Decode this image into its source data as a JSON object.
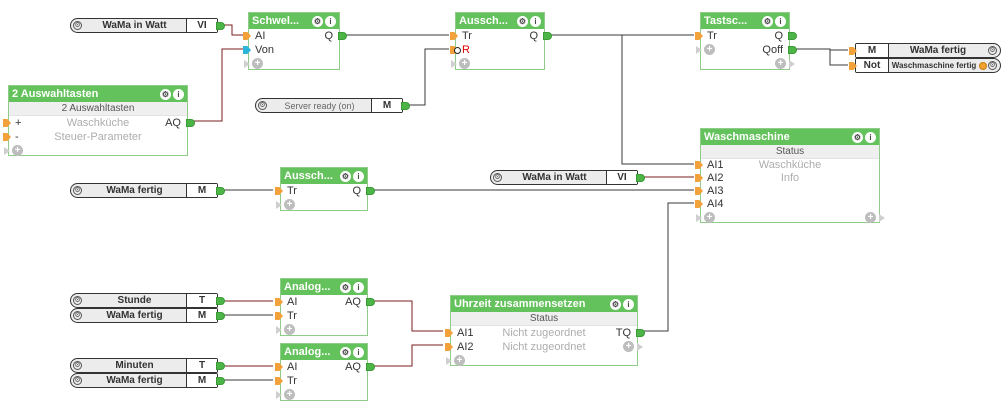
{
  "icons": {
    "gear": "⚙",
    "info": "i",
    "plus": "+"
  },
  "colors": {
    "header_green": "#63c25b",
    "block_border": "#8fcc88",
    "wire_digital": "#3a3a3a",
    "wire_analog": "#7a1d1d",
    "input_connector": "#f2a13b",
    "output_connector": "#4db548",
    "von_connector": "#29b5da",
    "negated_label": "#e00000",
    "amber_status": "#f0a330"
  },
  "tags_in": [
    {
      "label": "WaMa in Watt",
      "type": "VI"
    },
    {
      "label": "Server ready (on)",
      "type": "M"
    },
    {
      "label": "WaMa fertig",
      "type": "M"
    },
    {
      "label": "WaMa in Watt",
      "type": "VI"
    },
    {
      "label": "Stunde",
      "type": "T"
    },
    {
      "label": "WaMa fertig",
      "type": "M"
    },
    {
      "label": "Minuten",
      "type": "T"
    },
    {
      "label": "WaMa fertig",
      "type": "M"
    }
  ],
  "tags_out": [
    {
      "type": "M",
      "label": "WaMa fertig"
    },
    {
      "type": "Not",
      "label": "Waschmaschine fertig"
    }
  ],
  "blocks": {
    "schwel": {
      "title": "Schwel...",
      "in_ai": "AI",
      "in_von": "Von",
      "out_q": "Q"
    },
    "auswahl": {
      "title": "2 Auswahltasten",
      "subtitle": "2 Auswahltasten",
      "in_plus": "+",
      "in_minus": "-",
      "row1_center": "Waschküche",
      "row2_center": "Steuer-Parameter",
      "out_aq": "AQ"
    },
    "aussch1": {
      "title": "Aussch...",
      "in_tr": "Tr",
      "in_r": "R",
      "out_q": "Q"
    },
    "tastsc": {
      "title": "Tastsc...",
      "in_tr": "Tr",
      "out_q": "Q",
      "out_qoff": "Qoff"
    },
    "waschmaschine": {
      "title": "Waschmaschine",
      "subtitle": "Status",
      "in_1": "AI1",
      "in_2": "AI2",
      "in_3": "AI3",
      "in_4": "AI4",
      "row1_center": "Waschküche",
      "row2_center": "Info"
    },
    "aussch2": {
      "title": "Aussch...",
      "in_tr": "Tr",
      "out_q": "Q"
    },
    "analog1": {
      "title": "Analog...",
      "in_ai": "AI",
      "in_tr": "Tr",
      "out_aq": "AQ"
    },
    "analog2": {
      "title": "Analog...",
      "in_ai": "AI",
      "in_tr": "Tr",
      "out_aq": "AQ"
    },
    "uhrzeit": {
      "title": "Uhrzeit zusammensetzen",
      "subtitle": "Status",
      "in_1": "AI1",
      "in_2": "AI2",
      "row1_center": "Nicht zugeordnet",
      "row2_center": "Nicht zugeordnet",
      "out_tq": "TQ"
    }
  }
}
